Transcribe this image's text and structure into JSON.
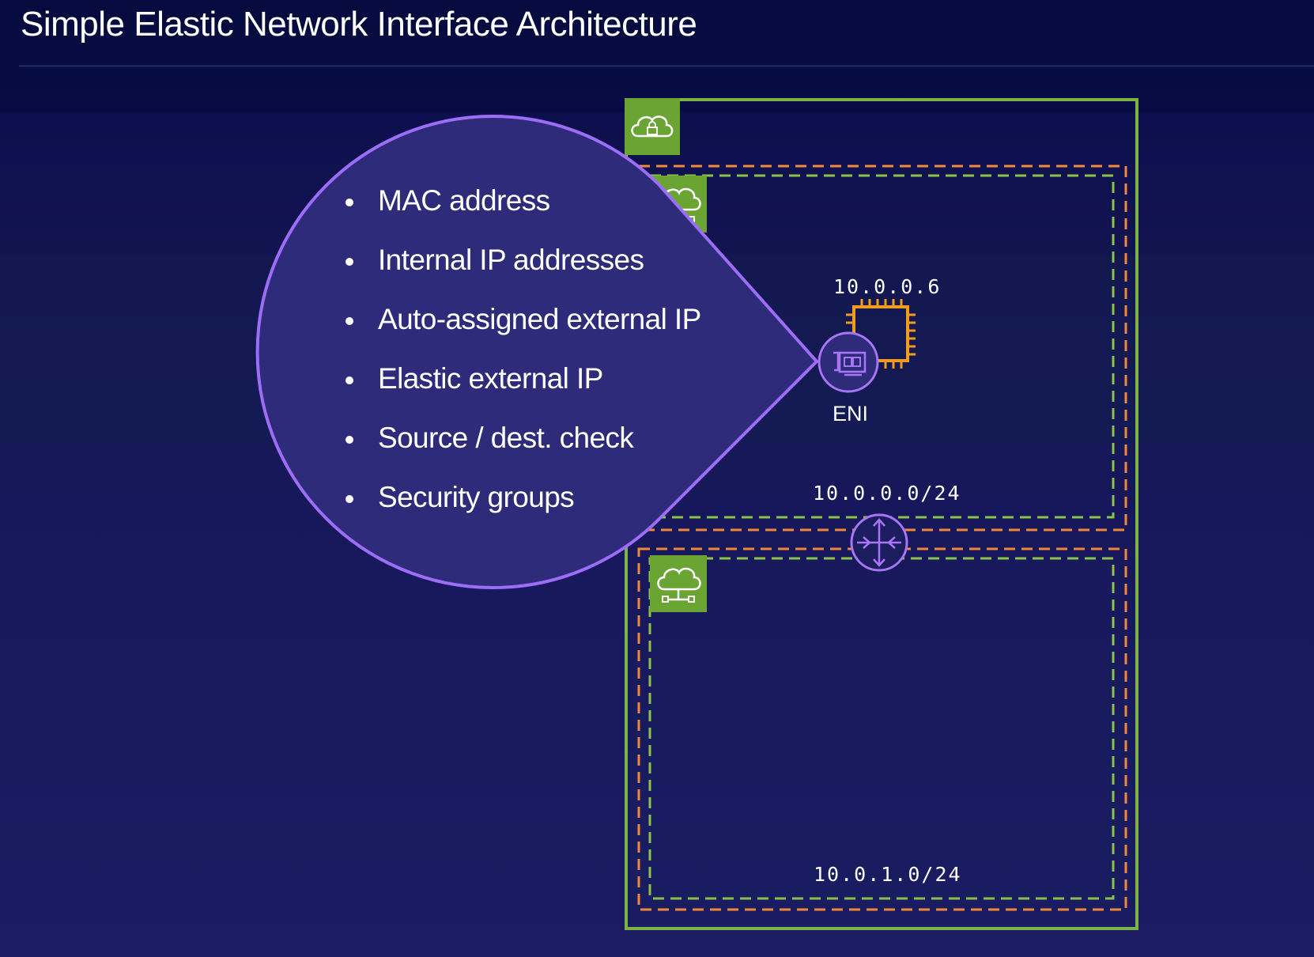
{
  "title": "Simple Elastic Network Interface Architecture",
  "eni_properties": [
    "MAC address",
    "Internal IP addresses",
    "Auto-assigned external IP",
    "Elastic external IP",
    "Source / dest. check",
    "Security groups"
  ],
  "instance": {
    "private_ip": "10.0.0.6",
    "eni_label": "ENI"
  },
  "subnets": [
    {
      "cidr": "10.0.0.0/24"
    },
    {
      "cidr": "10.0.1.0/24"
    }
  ],
  "icons": {
    "vpc": "cloud-lock-icon",
    "subnet": "cloud-network-icon",
    "instance": "ec2-chip-icon",
    "eni": "network-card-icon",
    "router": "router-icon"
  },
  "colors": {
    "vpc_border": "#7cb342",
    "subnet_az_border": "#f0883a",
    "subnet_border": "#8bc34a",
    "callout_fill": "#2e2c7a",
    "callout_border": "#9d6df7",
    "instance": "#f39b1f",
    "eni": "#a775f5",
    "icon_badge": "#6aa534"
  }
}
